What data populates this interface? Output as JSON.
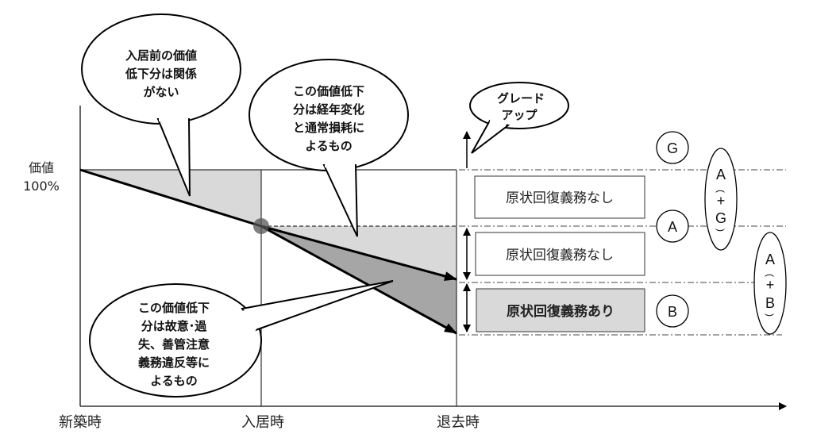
{
  "y_axis": {
    "line1": "価値",
    "line2": "100%"
  },
  "x_axis": {
    "new_build": "新築時",
    "move_in": "入居時",
    "move_out": "退去時"
  },
  "bubbles": {
    "before_move_in": [
      "入居前の価値",
      "低下分は関係",
      "がない"
    ],
    "aging": [
      "この価値低下",
      "分は経年変化",
      "と通常損耗に",
      "よるもの"
    ],
    "negligence": [
      "この価値低下",
      "分は故意･過",
      "失、善管注意",
      "義務違反等に",
      "よるもの"
    ],
    "grade_up": [
      "グレード",
      "アップ"
    ]
  },
  "boxes": {
    "upper": "原状回復義務なし",
    "middle": "原状回復義務なし",
    "lower": "原状回復義務あり"
  },
  "markers": {
    "g": "G",
    "a": "A",
    "b": "B"
  },
  "brackets": {
    "a_plus_g": [
      "A",
      "(",
      "+",
      "G",
      ")"
    ],
    "a_plus_b": [
      "A",
      "(",
      "+",
      "B",
      ")"
    ]
  },
  "colors": {
    "light_fill": "#d9d9d9",
    "dark_fill": "#a6a6a6",
    "box_gray": "#d9d9d9"
  }
}
